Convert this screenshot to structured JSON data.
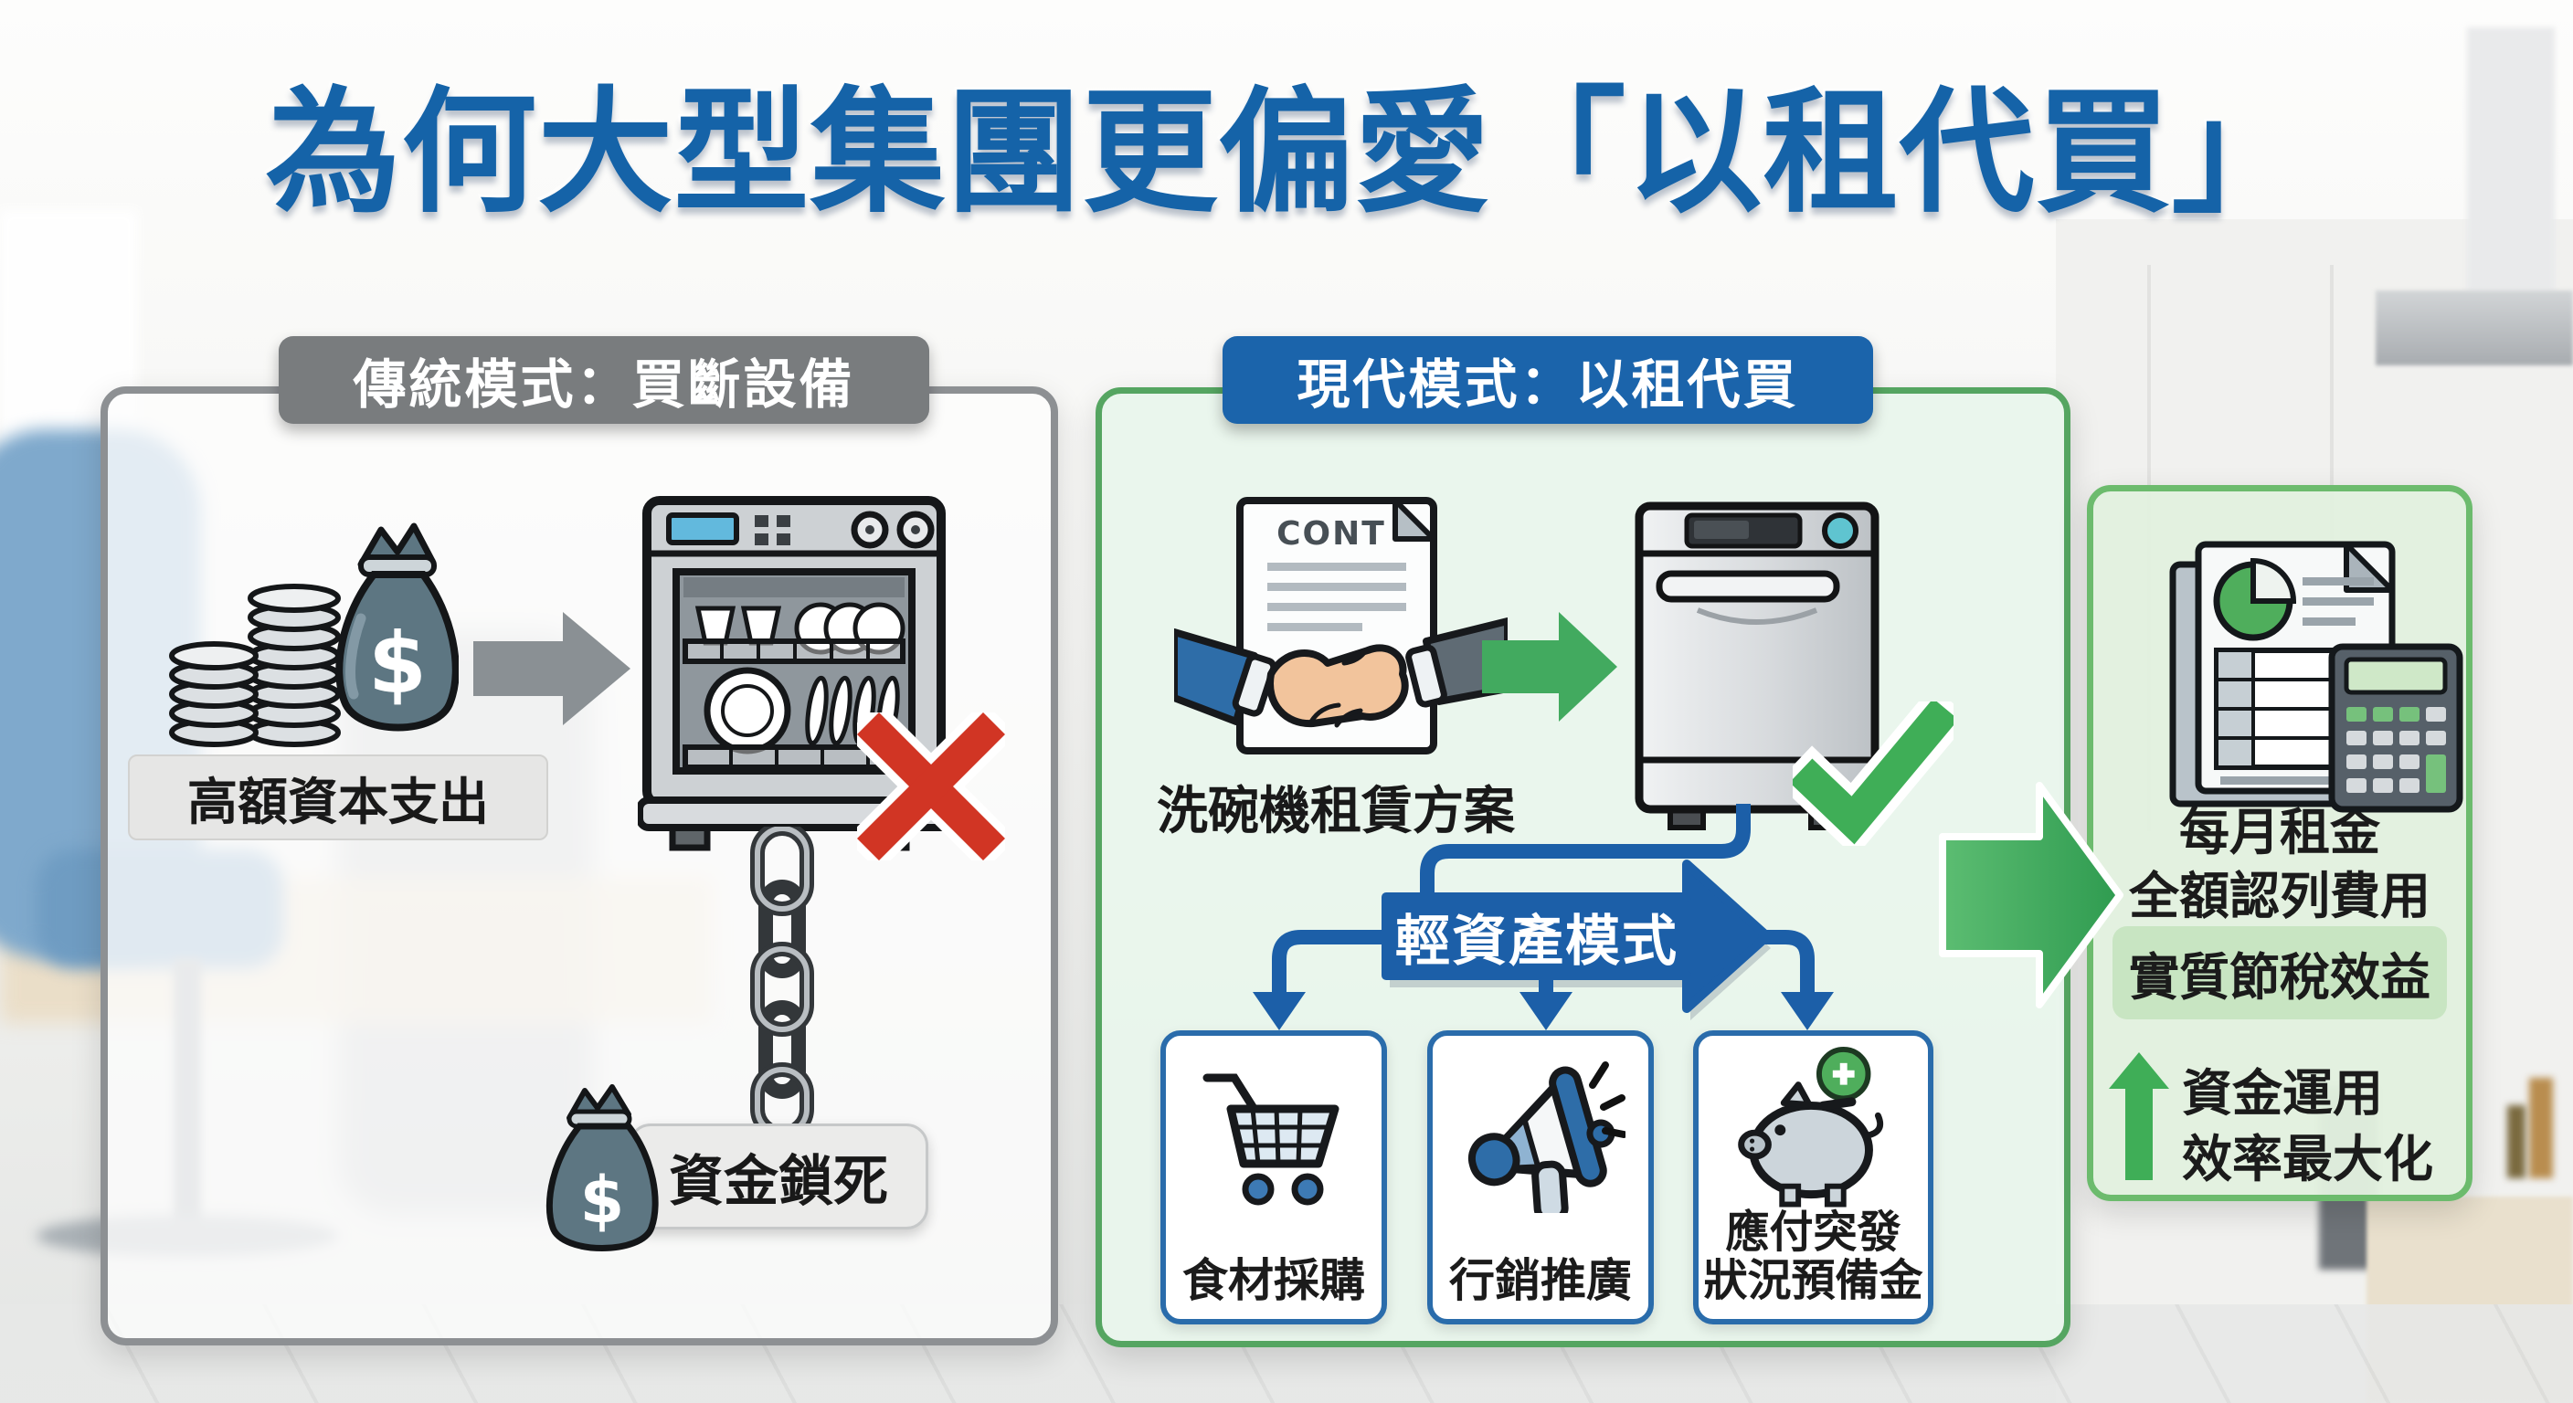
{
  "title": "為何大型集團更偏愛「以租代買」",
  "left_panel": {
    "header": "傳統模式：買斷設備",
    "capex_label": "高額資本支出",
    "money_bag_symbol": "$",
    "locked_pill": "資金鎖死"
  },
  "middle_panel": {
    "header": "現代模式：以租代買",
    "contract_label": "CONT",
    "rental_label": "洗碗機租賃方案",
    "banner_label": "輕資產模式",
    "boxes": [
      {
        "line1": "食材採購",
        "icon": "shopping-cart"
      },
      {
        "line1": "行銷推廣",
        "icon": "megaphone"
      },
      {
        "line1": "應付突發",
        "line2": "狀況預備金",
        "icon": "piggy-bank"
      }
    ]
  },
  "right_panel": {
    "benefit_line1": "每月租金",
    "benefit_line2": "全額認列費用",
    "tax_pill": "實質節稅效益",
    "efficiency_line1": "資金運用",
    "efficiency_line2": "效率最大化"
  },
  "icons": {
    "left": [
      "coin-stack-icon",
      "money-bag-icon",
      "gray-arrow-icon",
      "dishwasher-open-icon",
      "red-x-icon",
      "chain-icon",
      "money-bag-small-icon"
    ],
    "middle": [
      "contract-handshake-icon",
      "green-arrow-icon",
      "dishwasher-closed-icon",
      "green-check-icon",
      "shopping-cart-icon",
      "megaphone-icon",
      "piggy-bank-icon"
    ],
    "right": [
      "report-calculator-icon",
      "green-up-arrow-icon"
    ]
  },
  "colors": {
    "title_blue": "#1563a8",
    "header_gray": "#797c7e",
    "header_blue": "#1b64ab",
    "connector_blue": "#1c5fa8",
    "accent_green": "#3fae57",
    "panel_green_border": "#6cbb6d",
    "box_border_blue": "#2a6cab",
    "alert_red": "#d13524"
  }
}
